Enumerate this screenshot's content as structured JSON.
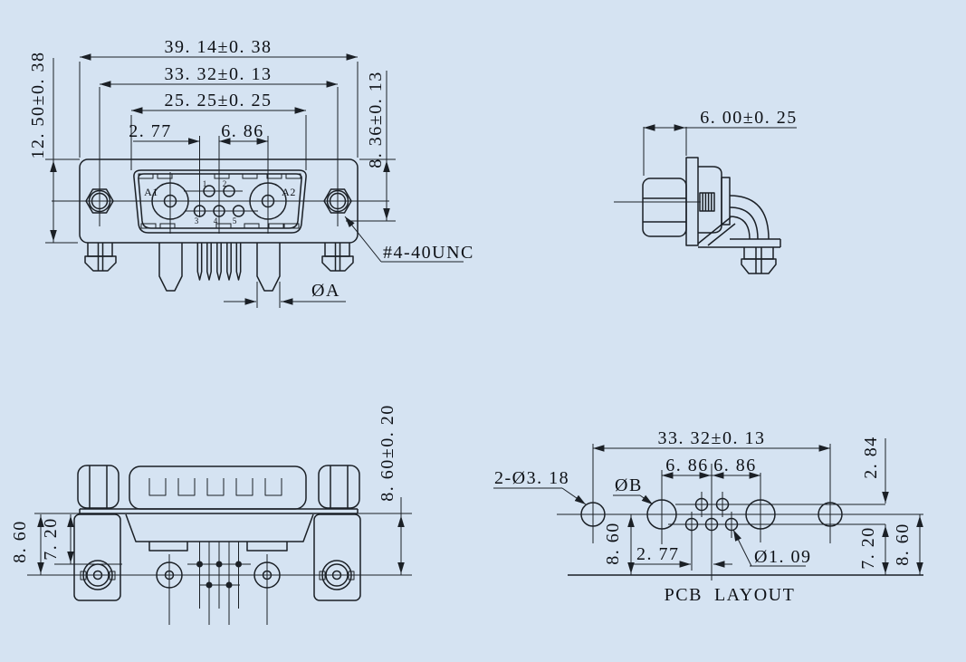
{
  "colors": {
    "background": "#d5e3f2",
    "line": "#1b2026"
  },
  "front_view": {
    "dim_overall_width": "39. 14±0. 38",
    "dim_mount_spacing": "33. 32±0. 13",
    "dim_shell_width": "25. 25±0. 25",
    "dim_pin_pitch": "2. 77",
    "dim_bigpin_offset": "6. 86",
    "dim_flange_height": "12. 50±0. 38",
    "dim_face_height": "8. 36±0. 13",
    "label_thread": "#4-40UNC",
    "label_bigpin_dia": "ØA",
    "label_a1": "A1",
    "label_a2": "A2",
    "pin_1": "1",
    "pin_2": "2",
    "pin_3": "3",
    "pin_4": "4",
    "pin_5": "5"
  },
  "side_view": {
    "dim_bushing_depth": "6. 00±0. 25"
  },
  "top_view": {
    "dim_flange_to_center": "8. 60",
    "dim_flange_to_row": "7. 20",
    "dim_flange_to_center_right": "8. 60±0. 20"
  },
  "pcb_layout": {
    "title": "PCB  LAYOUT",
    "dim_mount_spacing": "33. 32±0. 13",
    "dim_left_offset": "6. 86",
    "dim_right_offset": "6. 86",
    "dim_row_spacing": "2. 84",
    "label_mount_holes": "2-Ø3. 18",
    "label_big_hole_dia": "ØB",
    "label_small_hole_dia": "Ø1. 09",
    "dim_pin_pitch": "2. 77",
    "dim_center_to_edge_left": "8. 60",
    "dim_row_to_edge": "7. 20",
    "dim_center_to_edge_right": "8. 60"
  }
}
